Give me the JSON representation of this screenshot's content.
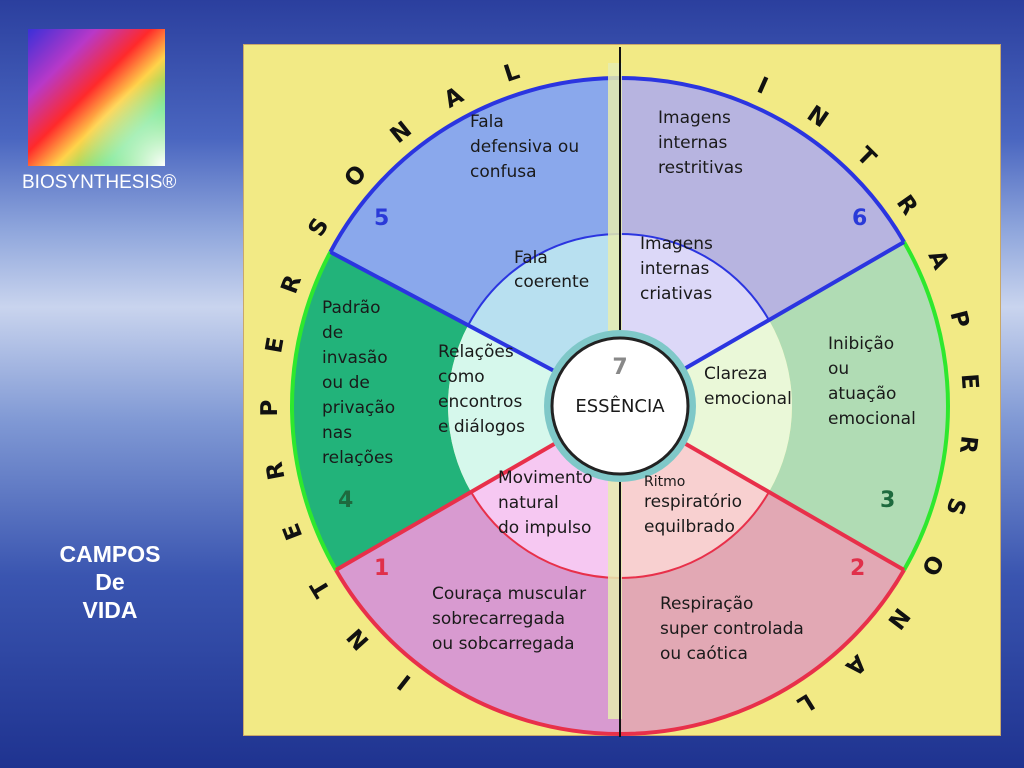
{
  "brand": "BIOSYNTHESIS®",
  "caption": [
    "CAMPOS",
    "De",
    "VIDA"
  ],
  "ring_left": "INTERPERSONAL",
  "ring_right": "INTRAPERSONAL",
  "center": {
    "number": "7",
    "label": "ESSÊNCIA"
  },
  "sectors": {
    "s5": {
      "number": "5",
      "outer": [
        "Fala",
        "defensiva ou",
        "confusa"
      ],
      "inner": [
        "Fala",
        "coerente"
      ]
    },
    "s6": {
      "number": "6",
      "outer": [
        "Imagens",
        "internas",
        "restritivas"
      ],
      "inner": [
        "Imagens",
        "internas",
        "criativas"
      ]
    },
    "s4": {
      "number": "4",
      "outer": [
        "Padrão",
        "de",
        "invasão",
        "ou de",
        "privação",
        "nas",
        "relações"
      ],
      "inner": [
        "Relações",
        "como",
        "encontros",
        "e diálogos"
      ]
    },
    "s3": {
      "number": "3",
      "outer": [
        "Inibição",
        "ou",
        "atuação",
        "emocional"
      ],
      "inner": [
        "Clareza",
        "emocional"
      ]
    },
    "s1": {
      "number": "1",
      "outer": [
        "Couraça muscular",
        "sobrecarregada",
        "ou sobcarregada"
      ],
      "inner": [
        "Movimento",
        "natural",
        "do impulso"
      ]
    },
    "s2": {
      "number": "2",
      "outer": [
        "Respiração",
        "super controlada",
        "ou caótica"
      ],
      "inner_small": "Ritmo",
      "inner": [
        "respiratório",
        "equilbrado"
      ]
    }
  },
  "colors": {
    "s5_outer": "#8aa8ec",
    "s5_inner": "#b8e0f0",
    "s6_outer": "#b7b4e0",
    "s6_inner": "#dcd8f8",
    "s4_outer": "#22b37a",
    "s4_inner": "#d6f8ec",
    "s3_outer": "#b0dcb4",
    "s3_inner": "#eaf8d8",
    "s1_outer": "#d89ad0",
    "s1_inner": "#f6c8f2",
    "s2_outer": "#e2a8b4",
    "s2_inner": "#f8d0d0",
    "line_top": "#2b35e0",
    "line_side": "#2ee82e",
    "line_bottom": "#e8304a"
  }
}
